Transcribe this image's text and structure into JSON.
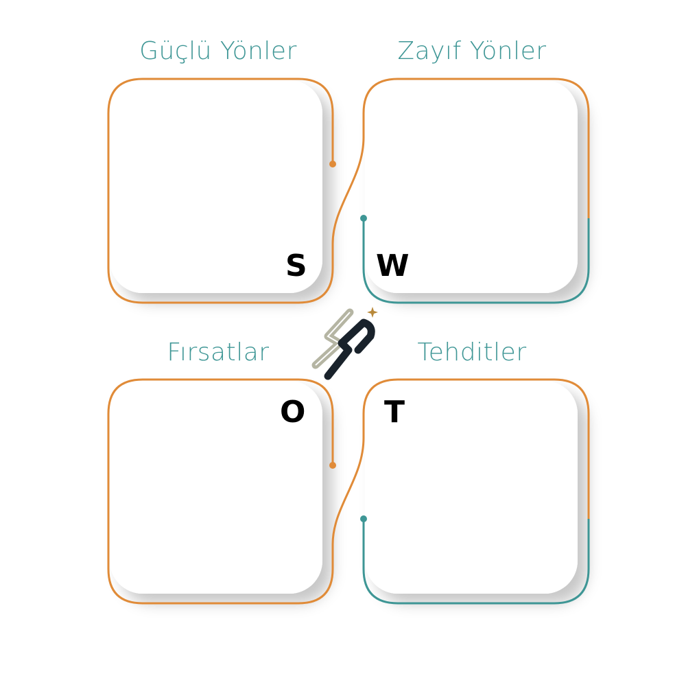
{
  "quadrants": [
    {
      "title": "Güçlü Yönler",
      "letter": "S"
    },
    {
      "title": "Zayıf Yönler",
      "letter": "W"
    },
    {
      "title": "Fırsatlar",
      "letter": "O"
    },
    {
      "title": "Tehditler",
      "letter": "T"
    }
  ],
  "colors": {
    "orange": "#e08b38",
    "teal": "#3e9695",
    "logo_light": "#b5b5a3",
    "logo_dark": "#19222b",
    "star": "#b8893a"
  },
  "logo": {
    "icon": "ss-logo"
  }
}
